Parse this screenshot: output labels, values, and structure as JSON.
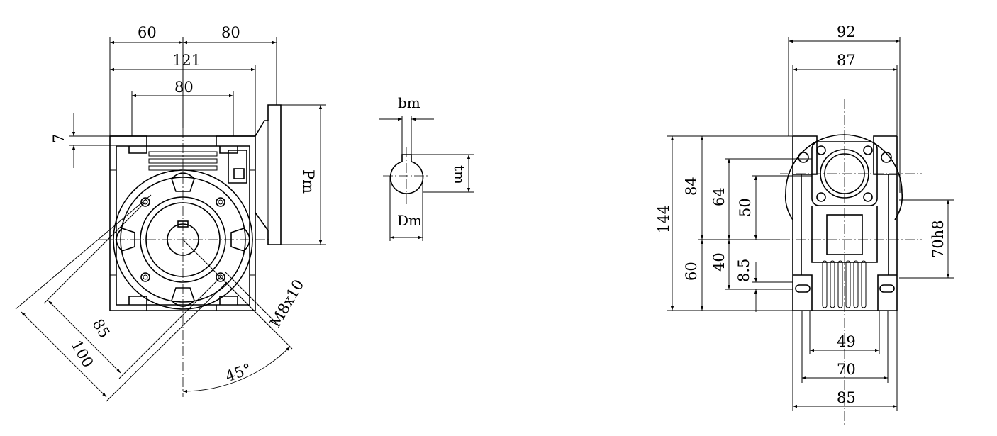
{
  "front_view": {
    "dims": {
      "d60": "60",
      "d80_top": "80",
      "d121": "121",
      "d80_inner": "80",
      "d7": "7",
      "pm": "Pm",
      "d85": "85",
      "d100": "100",
      "angle": "45°",
      "thread": "M8x10"
    }
  },
  "shaft_section": {
    "bm": "bm",
    "tm": "tm",
    "dm": "Dm"
  },
  "side_view": {
    "dims": {
      "d92": "92",
      "d87": "87",
      "d144": "144",
      "d84": "84",
      "d64": "64",
      "d50": "50",
      "d60": "60",
      "d40": "40",
      "d8_5": "8.5",
      "d70h8": "70h8",
      "d49": "49",
      "d70": "70",
      "d85": "85"
    }
  },
  "colors": {
    "line": "#000000",
    "background": "#ffffff"
  }
}
